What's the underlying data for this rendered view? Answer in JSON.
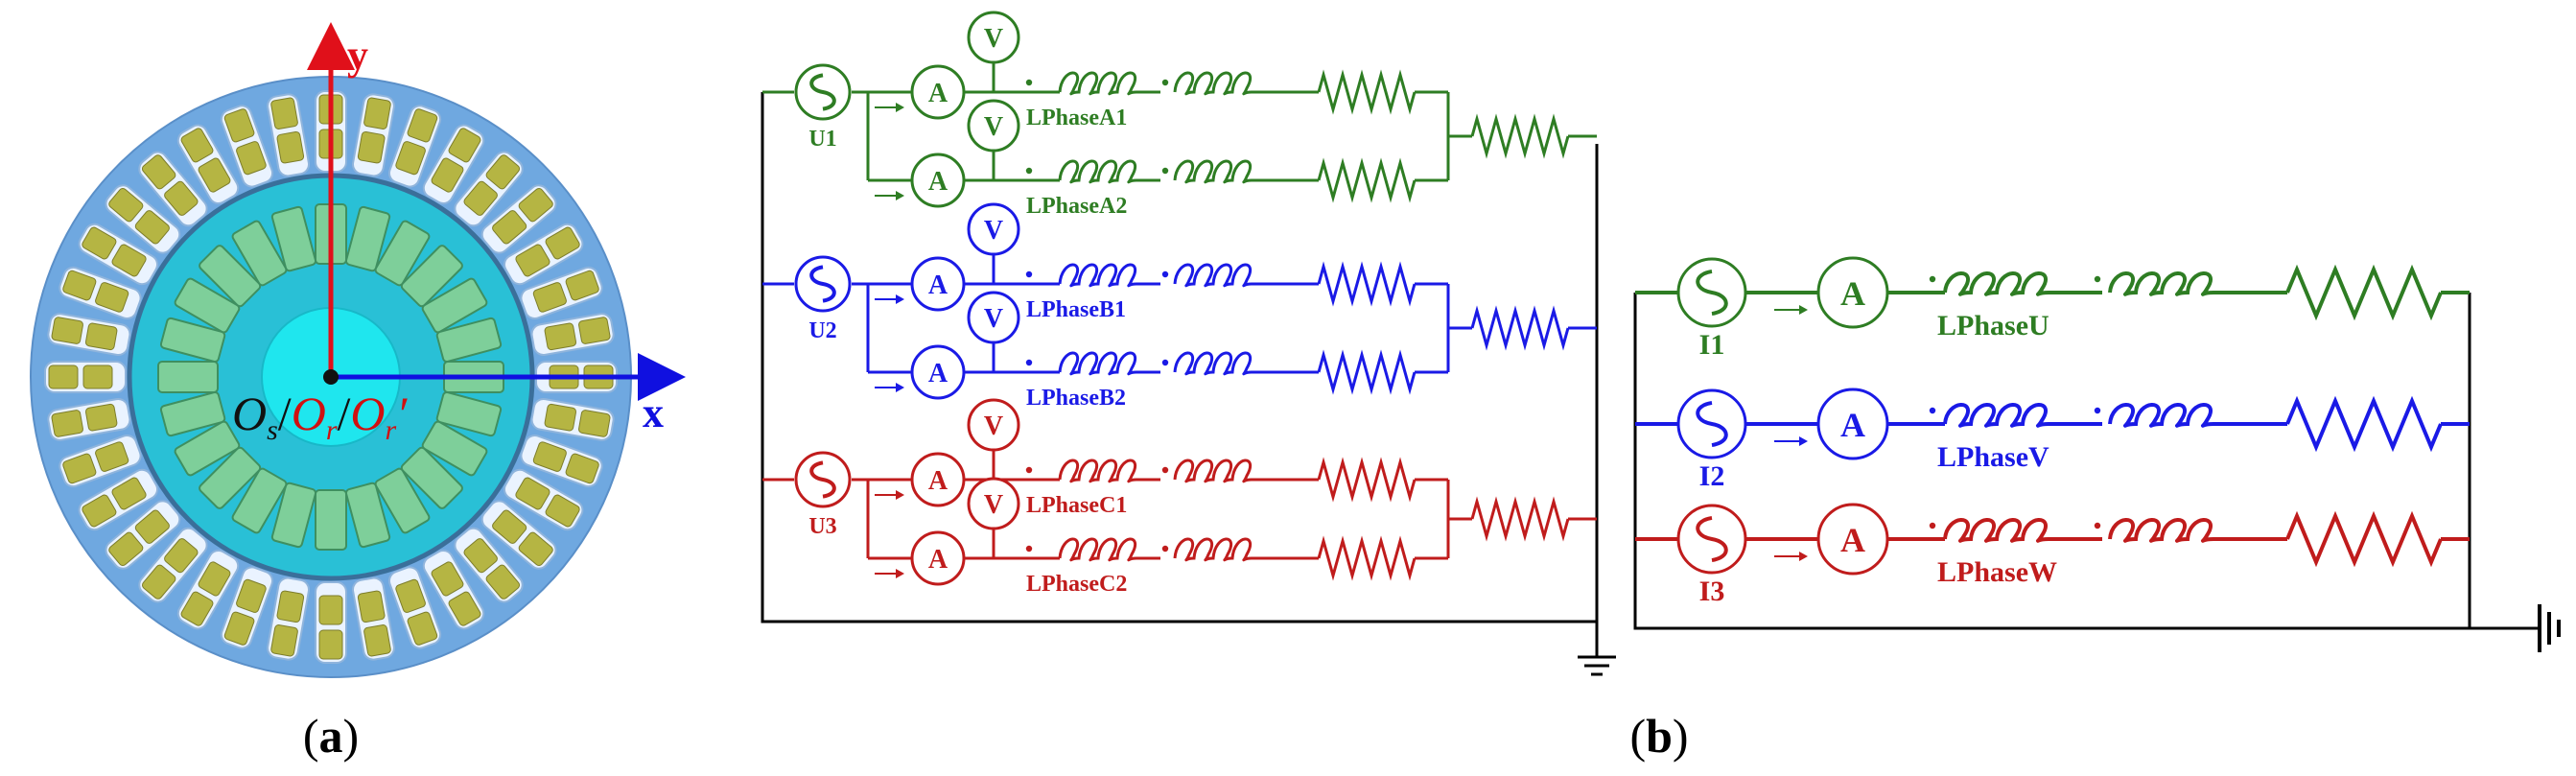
{
  "colors": {
    "phaseA": "#2e7d23",
    "phaseB": "#1a1ae6",
    "phaseC": "#c01c1c",
    "ground": "#000000",
    "stator_outer": "#6fa8e0",
    "stator_inner": "#29c0d6",
    "shaft": "#1fe6ee",
    "coil": "#b5b543",
    "magnet": "#7ecf9a",
    "axis_y": "#e0101a",
    "axis_x": "#1010e0"
  },
  "figure_a": {
    "y_label": "y",
    "x_label": "x",
    "origin": {
      "o": "O",
      "s": "s",
      "sep1": "/",
      "r": "O",
      "rsub": "r",
      "sep2": "/",
      "rp": "O",
      "rpsub": "r",
      "prime": "′"
    },
    "caption": {
      "open": "(",
      "letter": "a",
      "close": ")"
    }
  },
  "figure_b": {
    "left": {
      "sources": [
        "U1",
        "U2",
        "U3"
      ],
      "branch_labels": [
        "LPhaseA1",
        "LPhaseA2",
        "LPhaseB1",
        "LPhaseB2",
        "LPhaseC1",
        "LPhaseC2"
      ],
      "ammeter": "A",
      "voltmeter": "V"
    },
    "right": {
      "sources": [
        "I1",
        "I2",
        "I3"
      ],
      "branch_labels": [
        "LPhaseU",
        "LPhaseV",
        "LPhaseW"
      ],
      "ammeter": "A"
    },
    "caption": {
      "open": "(",
      "letter": "b",
      "close": ")"
    }
  }
}
